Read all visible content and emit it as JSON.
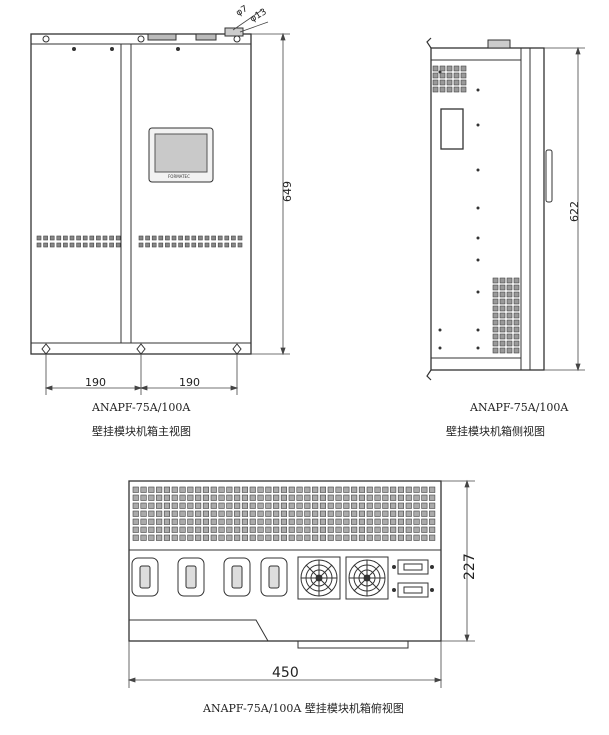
{
  "front_view": {
    "model": "ANAPF-75A/100A",
    "caption": "壁挂模块机箱主视图",
    "dim_height": "649",
    "dim_left_width": "190",
    "dim_right_width": "190",
    "dim_hole_large": "φ13",
    "dim_hole_small": "φ7"
  },
  "side_view": {
    "model": "ANAPF-75A/100A",
    "caption": "壁挂模块机箱侧视图",
    "dim_height": "622"
  },
  "top_view": {
    "caption": "ANAPF-75A/100A 壁挂模块机箱俯视图",
    "dim_depth": "227",
    "dim_width": "450"
  }
}
